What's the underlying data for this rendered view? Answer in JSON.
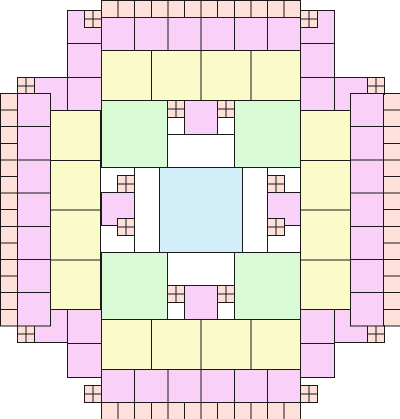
{
  "colors": {
    "background": "#ffffff",
    "outline": "#1a1a1a",
    "peach": "#fde0da",
    "pink": "#f9d0f7",
    "yellow": "#fafbc9",
    "green": "#d8fbd6",
    "blue": "#d2eef8",
    "white": "#ffffff"
  },
  "diagram": {
    "description_visible_text": "",
    "tile_legend": [
      "peach",
      "pink",
      "yellow",
      "green",
      "blue",
      "white"
    ]
  }
}
